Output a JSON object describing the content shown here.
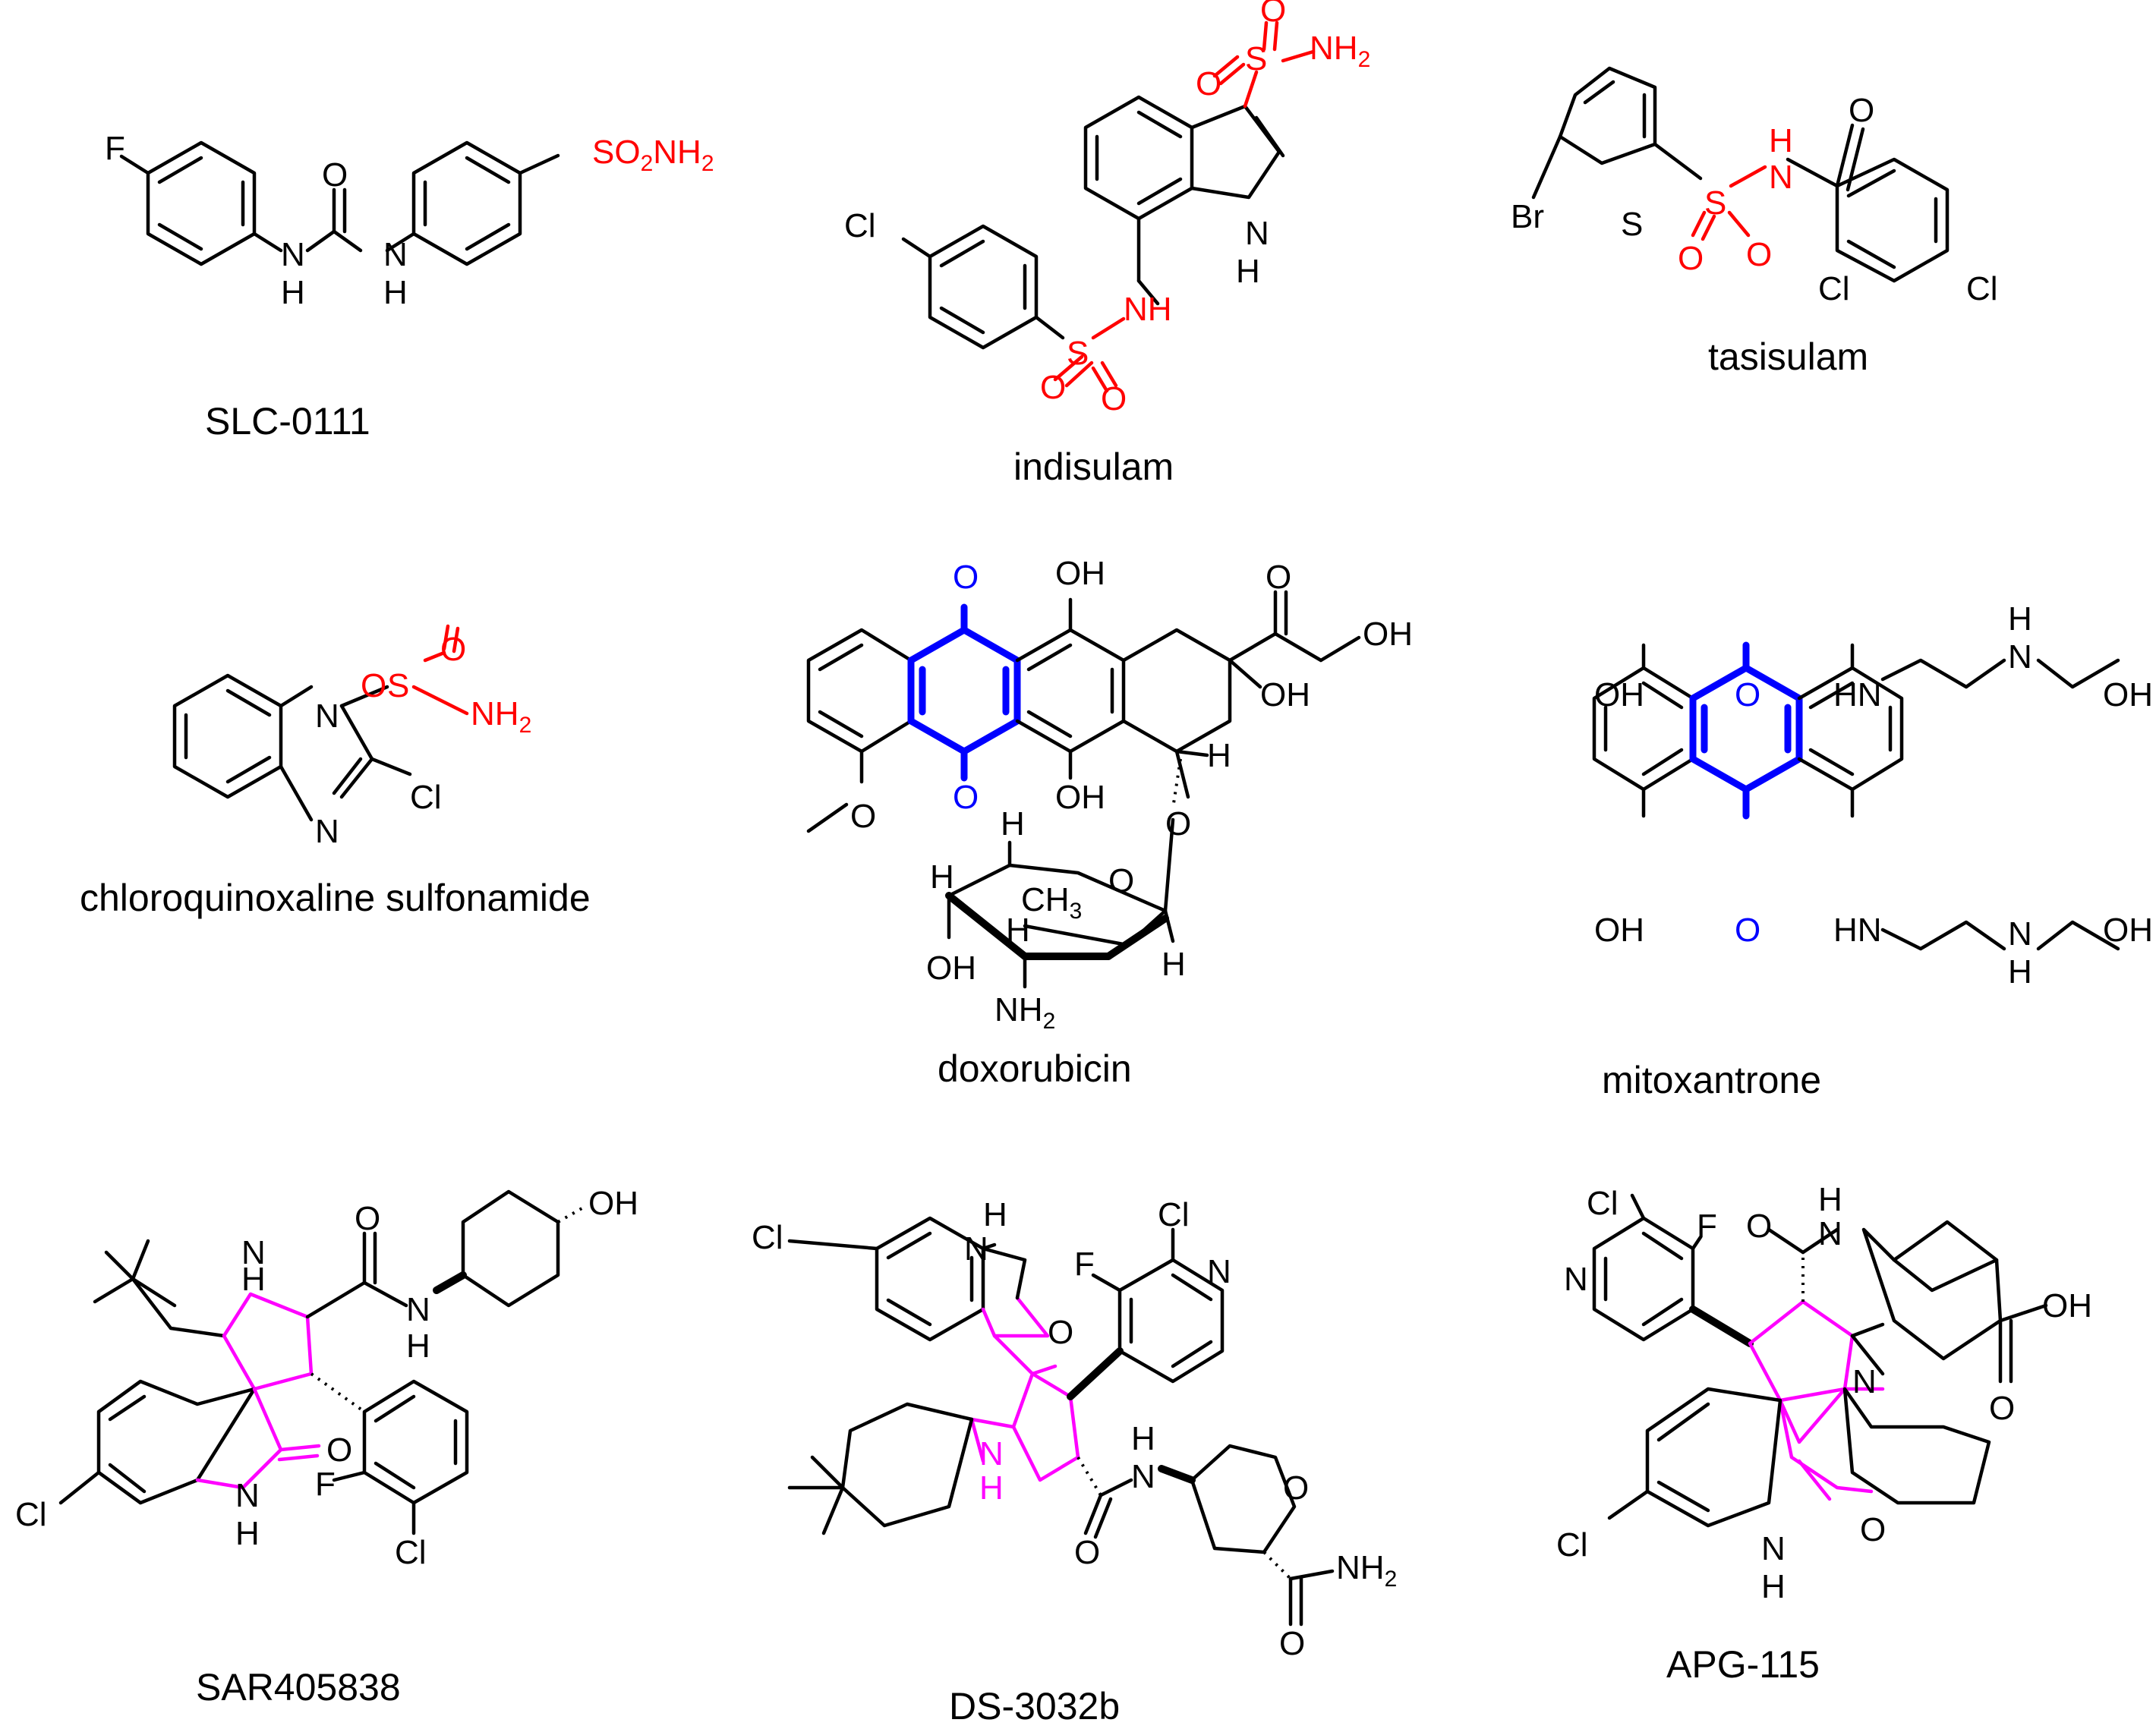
{
  "compounds": [
    {
      "caption": "SLC-0111"
    },
    {
      "caption": "indisulam"
    },
    {
      "caption": "tasisulam"
    },
    {
      "caption": "chloroquinoxaline sulfonamide"
    },
    {
      "caption": "doxorubicin"
    },
    {
      "caption": "mitoxantrone"
    },
    {
      "caption": "SAR405838"
    },
    {
      "caption": "DS-3032b"
    },
    {
      "caption": "APG-115"
    }
  ],
  "atom_labels": {
    "F": "F",
    "Cl": "Cl",
    "Br": "Br",
    "S": "S",
    "O": "O",
    "N": "N",
    "NH": "NH",
    "H": "H",
    "OH": "OH",
    "NH2": "NH",
    "SO2NH2": "SO",
    "CH3": "CH",
    "HN": "HN",
    "sub2": "2",
    "sub3": "3",
    "two": "2",
    "NH_tail": "NH"
  },
  "colors": {
    "sulfonamide": "#ff0000",
    "quinone_core": "#0000ff",
    "spiro_core": "#ff00ff",
    "default": "#000000"
  }
}
